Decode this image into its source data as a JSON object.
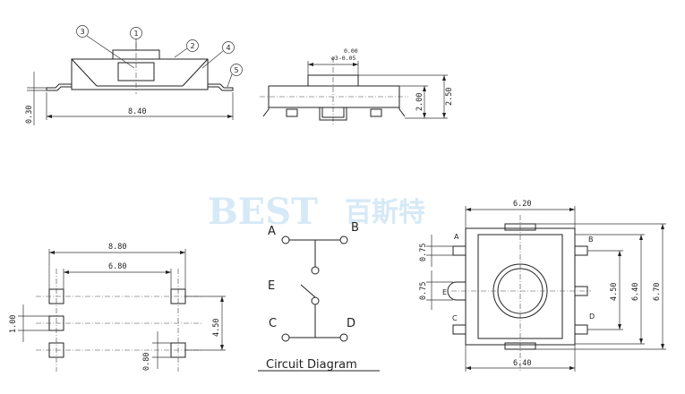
{
  "watermark": {
    "brand": "BEST",
    "cn": "百斯特"
  },
  "callouts": [
    "1",
    "2",
    "3",
    "4",
    "5"
  ],
  "side_view": {
    "dim_width": "8.40",
    "dim_lead": "0.30"
  },
  "front_view": {
    "dim_dia_nom": "0.00",
    "dim_dia": "ø3-0.05",
    "dim_h1": "2.00",
    "dim_h2": "2.50"
  },
  "footprint": {
    "dim_88": "8.80",
    "dim_68": "6.80",
    "dim_100": "1.00",
    "dim_450": "4.50",
    "dim_080": "0.80"
  },
  "circuit": {
    "terminals": [
      "A",
      "B",
      "E",
      "C",
      "D"
    ],
    "caption": "Circuit Diagram"
  },
  "top_view": {
    "dim_top": "6.20",
    "dim_bottom": "6.40",
    "dim_075a": "0.75",
    "dim_075b": "0.75",
    "dim_450": "4.50",
    "dim_640": "6.40",
    "dim_670": "6.70",
    "pins": [
      "A",
      "B",
      "E",
      "C",
      "D"
    ]
  }
}
